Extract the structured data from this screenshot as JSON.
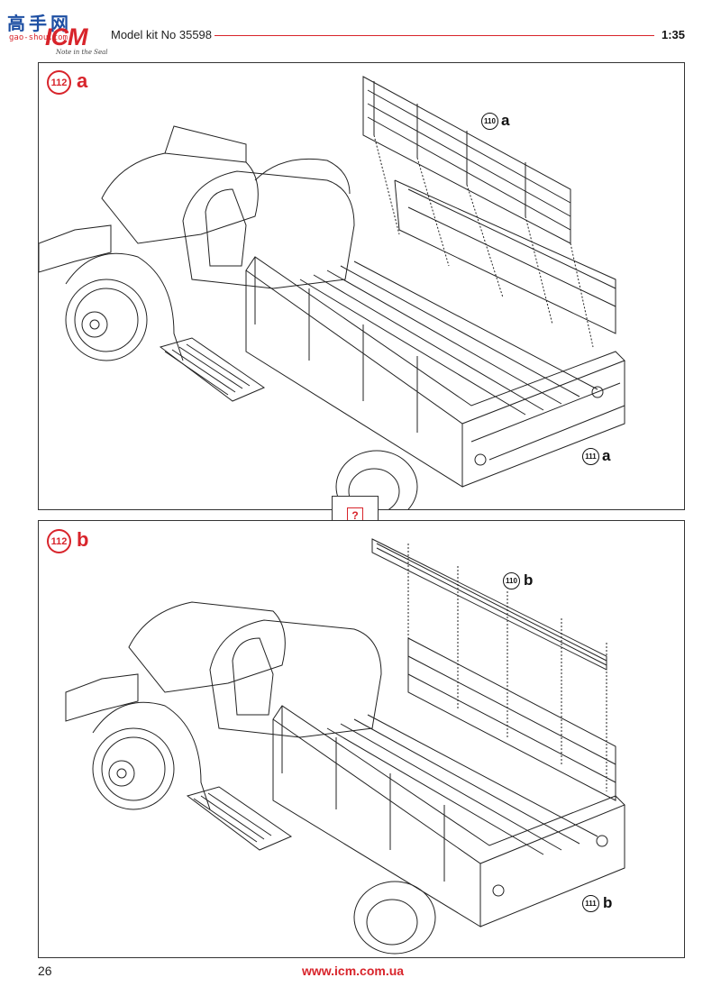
{
  "header": {
    "watermark_cn": "高手网",
    "watermark_url": "gao-shou.com",
    "logo": "ICM",
    "logo_tagline": "Note in the Seal",
    "kit_title": "Model kit No 35598",
    "scale": "1:35"
  },
  "steps": [
    {
      "number": "112",
      "variant": "a",
      "parts": [
        {
          "number": "110",
          "variant": "a"
        },
        {
          "number": "111",
          "variant": "a"
        }
      ]
    },
    {
      "number": "112",
      "variant": "b",
      "parts": [
        {
          "number": "110",
          "variant": "b"
        },
        {
          "number": "111",
          "variant": "b"
        }
      ]
    }
  ],
  "help_box": {
    "symbol": "?"
  },
  "footer": {
    "page_number": "26",
    "website": "www.icm.com.ua"
  },
  "colors": {
    "accent": "#d8242b",
    "line": "#333333",
    "watermark_blue": "#1e4fa3"
  }
}
